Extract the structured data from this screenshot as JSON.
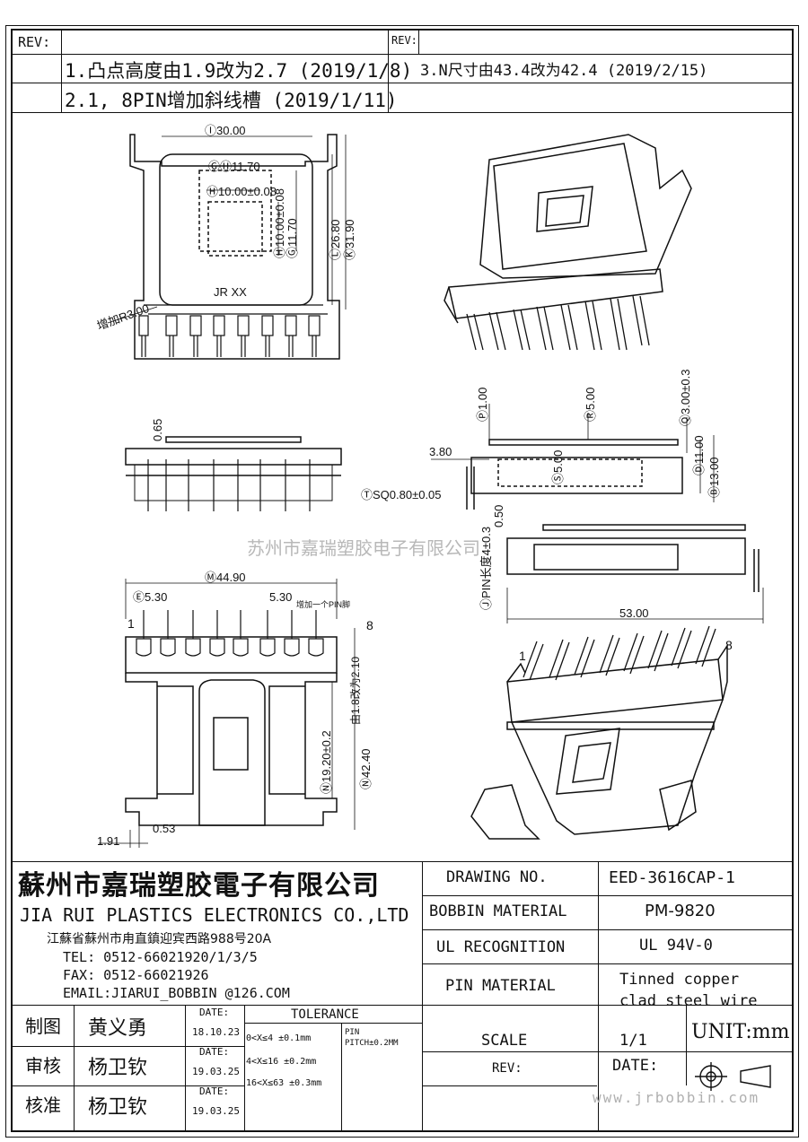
{
  "revision_block": {
    "rev_label_left": "REV:",
    "rev_label_right": "REV:",
    "notes": [
      "1.凸点高度由1.9改为2.7 (2019/1/8)",
      "2.1, 8PIN增加斜线槽 (2019/1/11)",
      "3.N尺寸由43.4改为42.4 (2019/2/15)"
    ]
  },
  "drawing": {
    "top_view": {
      "dims": [
        "Ⓘ30.00",
        "ⒼⒽ11.70",
        "Ⓗ10.00±0.08",
        "Ⓗ10.00±0.08",
        "Ⓖ11.70",
        "Ⓛ26.80",
        "Ⓚ31.90"
      ],
      "marking": "JR  XX",
      "note": "增加R3.00"
    },
    "front_view": {
      "dims": [
        "0.65"
      ]
    },
    "side_view": {
      "dims": [
        "Ⓟ1.00",
        "Ⓡ5.00",
        "Ⓠ3.00±0.3",
        "3.80",
        "Ⓓ11.00",
        "Ⓑ13.00",
        "ⓉSQ0.80±0.05",
        "Ⓢ5.00",
        "0.50",
        "ⒿPIN长度4±0.3"
      ]
    },
    "long_view": {
      "dims": [
        "53.00"
      ]
    },
    "bottom_view": {
      "dims": [
        "Ⓜ44.90",
        "Ⓔ5.30",
        "5.30",
        "Ⓝ19.20±0.2",
        "Ⓝ42.40",
        "1.91",
        "0.53"
      ],
      "pin_first": "1",
      "pin_last": "8",
      "note_pin": "增加一个PIN脚",
      "note_dim": "由1.8改为2.10"
    },
    "iso_bottom": {
      "pin_first": "1",
      "pin_last": "8"
    },
    "watermark": "苏州市嘉瑞塑胶电子有限公司"
  },
  "title_block": {
    "company_cn": "蘇州市嘉瑞塑胶電子有限公司",
    "company_en": "JIA RUI PLASTICS ELECTRONICS CO.,LTD",
    "address": "江蘇省蘇州市甪直鎮迎宾西路988号20A",
    "tel": "TEL: 0512-66021920/1/3/5",
    "fax": "FAX: 0512-66021926",
    "email": "EMAIL:JIARUI_BOBBIN @126.COM",
    "fields": [
      {
        "label": "DRAWING  NO.",
        "value": "EED-3616CAP-1"
      },
      {
        "label": "BOBBIN  MATERIAL",
        "value": "PM-9820"
      },
      {
        "label": "UL RECOGNITION",
        "value": "UL 94V-0"
      },
      {
        "label": "PIN MATERIAL",
        "value": "Tinned copper\nclad steel wire"
      }
    ],
    "approvals": [
      {
        "role": "制图",
        "name": "黄义勇",
        "date_label": "DATE:",
        "date": "18.10.23"
      },
      {
        "role": "审核",
        "name": "杨卫钦",
        "date_label": "DATE:",
        "date": "19.03.25"
      },
      {
        "role": "核准",
        "name": "杨卫钦",
        "date_label": "DATE:",
        "date": "19.03.25"
      }
    ],
    "tolerance": {
      "title": "TOLERANCE",
      "rows": [
        "0<X≤4  ±0.1mm",
        "4<X≤16 ±0.2mm",
        "16<X≤63 ±0.3mm"
      ],
      "pin_label": "PIN",
      "pin_pitch": "PITCH±0.2MM"
    },
    "scale_label": "SCALE",
    "scale_value": "1/1",
    "unit": "UNIT:mm",
    "rev_label": "REV:",
    "date_label": "DATE:",
    "website": "www.jrbobbin.com"
  }
}
